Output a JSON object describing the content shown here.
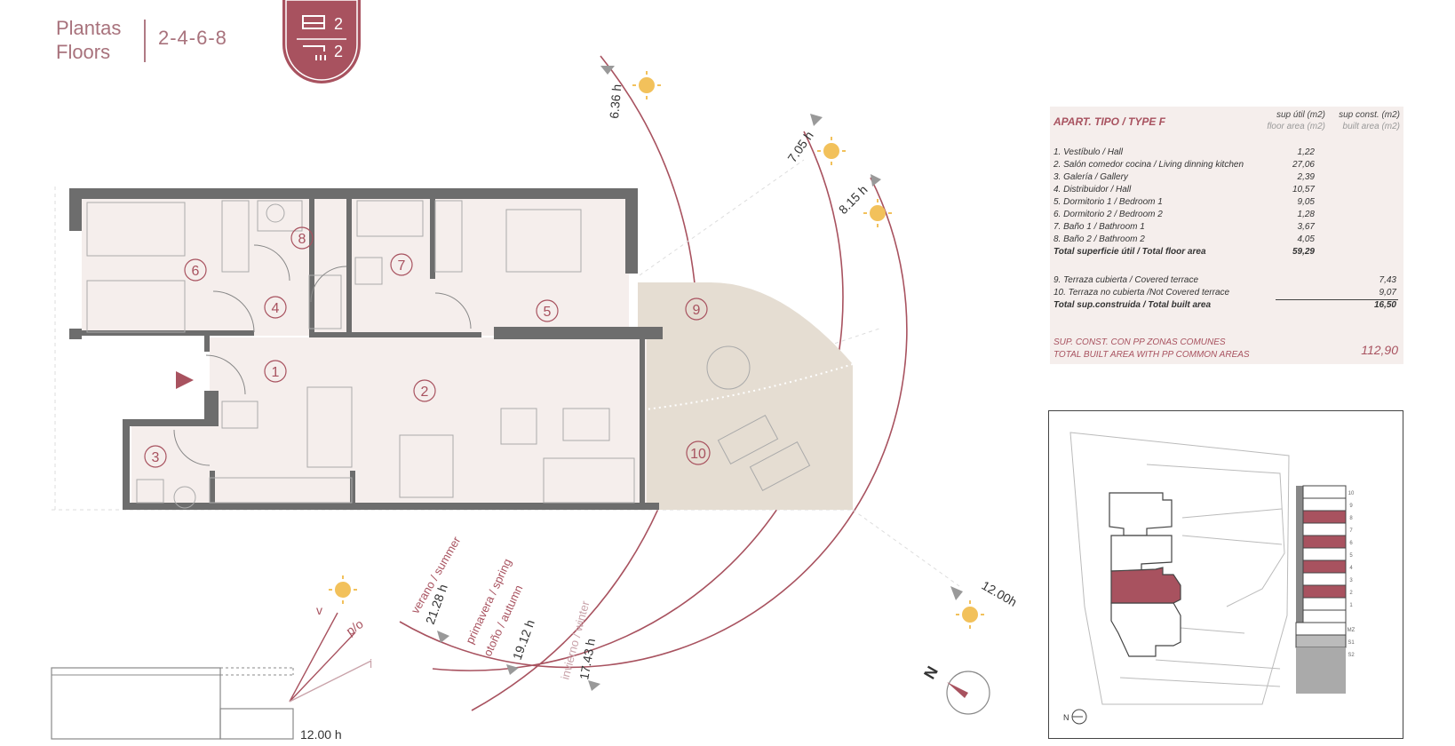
{
  "header": {
    "title_es": "Plantas",
    "title_en": "Floors",
    "floors": "2-4-6-8",
    "badge_bedrooms": "2",
    "badge_bathrooms": "2"
  },
  "rooms": [
    {
      "num": "1"
    },
    {
      "num": "2"
    },
    {
      "num": "3"
    },
    {
      "num": "4"
    },
    {
      "num": "5"
    },
    {
      "num": "6"
    },
    {
      "num": "7"
    },
    {
      "num": "8"
    },
    {
      "num": "9"
    },
    {
      "num": "10"
    }
  ],
  "sun_times": {
    "t1": "6.36 h",
    "t2": "7.05 h",
    "t3": "8.15 h",
    "t4": "12.00h",
    "summer_label": "verano / summer",
    "summer_time": "21.28 h",
    "spring_label1": "primavera / spring",
    "spring_label2": "otoño / autumn",
    "spring_time": "19.12 h",
    "winter_label": "invierno / winter",
    "winter_time": "17.43 h",
    "noon": "12.00 h",
    "ray_v": "v",
    "ray_po": "p/o",
    "ray_i": "i"
  },
  "compass": {
    "north": "N"
  },
  "table": {
    "title": "APART. TIPO / TYPE F",
    "col1_header": "sup útil (m2)",
    "col1_sub": "floor area (m2)",
    "col2_header": "sup const. (m2)",
    "col2_sub": "built area (m2)",
    "rows": [
      {
        "label": "1. Vestíbulo / Hall",
        "useful": "1,22"
      },
      {
        "label": "2. Salón comedor cocina / Living dinning kitchen",
        "useful": "27,06"
      },
      {
        "label": "3. Galería / Gallery",
        "useful": "2,39"
      },
      {
        "label": "4. Distribuidor / Hall",
        "useful": "10,57"
      },
      {
        "label": "5. Dormitorio 1 / Bedroom 1",
        "useful": "9,05"
      },
      {
        "label": "6. Dormitorio 2 / Bedroom 2",
        "useful": "1,28"
      },
      {
        "label": "7. Baño 1 / Bathroom 1",
        "useful": "3,67"
      },
      {
        "label": "8. Baño 2 / Bathroom 2",
        "useful": "4,05"
      }
    ],
    "total_useful_label": "Total superficie útil / Total floor area",
    "total_useful_value": "59,29",
    "terraces": [
      {
        "label": "9. Terraza cubierta / Covered terrace",
        "built": "7,43"
      },
      {
        "label": "10. Terraza no cubierta /Not Covered terrace",
        "built": "9,07"
      }
    ],
    "total_built_label": "Total sup.construida / Total built area",
    "total_built_value": "16,50",
    "pp_label1": "SUP. CONST. CON PP ZONAS COMUNES",
    "pp_label2": "TOTAL BUILT AREA WITH PP COMMON AREAS",
    "pp_value": "112,90"
  },
  "keyplan": {
    "levels": [
      "10",
      "9",
      "8",
      "7",
      "6",
      "5",
      "4",
      "3",
      "2",
      "1",
      "MZ",
      "S1",
      "S2"
    ],
    "north": "N"
  },
  "colors": {
    "accent": "#a8525f",
    "room_fill": "#f5eeec",
    "terrace_fill": "#e5ddd2",
    "wall": "#6d6d6d"
  }
}
